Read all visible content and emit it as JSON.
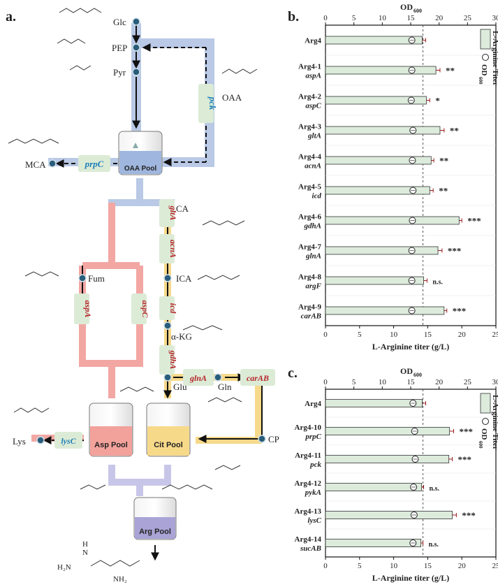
{
  "panels": {
    "a": "a.",
    "b": "b.",
    "c": "c."
  },
  "colors": {
    "blue_path": "#b9c9e6",
    "red_path": "#f2a7a3",
    "yellow_path": "#f6d98a",
    "gene_box": "#dcebd6",
    "gene_blue_text": "#1f7fb8",
    "gene_red_text": "#b5252b",
    "bar_fill": "#dcebdc",
    "node": "#2a5d7a"
  },
  "pathway": {
    "metabolites": {
      "glc": "Glc",
      "pep": "PEP",
      "pyr": "Pyr",
      "oaa": "OAA",
      "mca": "MCA",
      "ca": "CA",
      "ica": "ICA",
      "fum": "Fum",
      "akg": "α-KG",
      "glu": "Glu",
      "gln": "Gln",
      "cp": "CP",
      "lys": "Lys"
    },
    "genes": {
      "pck": "pck",
      "prpC": "prpC",
      "gltA": "gltA",
      "acnA": "acnA",
      "icd": "icd",
      "aspA": "aspA",
      "aspC": "aspC",
      "gdhA": "gdhA",
      "glnA": "glnA",
      "carAB": "carAB",
      "lysC": "lysC"
    },
    "pools": {
      "oaa": "OAA Pool",
      "asp": "Asp Pool",
      "cit": "Cit Pool",
      "arg": "Arg Pool"
    },
    "structure_labels": {
      "h2n": "H₂N",
      "nh2": "NH₂",
      "h": "H",
      "n": "N"
    }
  },
  "chart_data": [
    {
      "type": "bar",
      "panel": "b",
      "categories": [
        "Arg4",
        "Arg4-1",
        "Arg4-2",
        "Arg4-3",
        "Arg4-4",
        "Arg4-5",
        "Arg4-6",
        "Arg4-7",
        "Arg4-8",
        "Arg4-9"
      ],
      "sublabels": [
        "",
        "aspA",
        "aspC",
        "gltA",
        "acnA",
        "icd",
        "gdhA",
        "glnA",
        "argF",
        "carAB"
      ],
      "series": [
        {
          "name": "L-Arginine Titer",
          "values": [
            14.2,
            16.2,
            14.8,
            16.8,
            15.5,
            15.3,
            19.6,
            16.5,
            14.4,
            17.4
          ],
          "errors": [
            0.5,
            0.6,
            0.5,
            0.6,
            0.4,
            0.5,
            0.4,
            0.6,
            0.5,
            0.4
          ]
        },
        {
          "name": "OD600",
          "values": [
            15.2,
            15.2,
            15.1,
            15.4,
            15.3,
            15.4,
            15.3,
            15.2,
            15.2,
            15.2
          ]
        }
      ],
      "significance": [
        "",
        "**",
        "*",
        "**",
        "**",
        "**",
        "***",
        "***",
        "n.s.",
        "***"
      ],
      "reference_line": 14.3,
      "xlabel": "L-Arginine titer (g/L)",
      "xlim": [
        0,
        25
      ],
      "xticks": [
        0,
        5,
        10,
        15,
        20,
        25
      ],
      "top_axis_label": "OD",
      "top_axis_sub": "600",
      "top_xlim": [
        0,
        30
      ],
      "top_ticks": [
        0,
        5,
        10,
        15,
        20,
        25,
        30
      ],
      "legend": [
        "L-Arginine Titer",
        "OD600"
      ],
      "legend_sub": "600",
      "legend_od": "OD",
      "orientation": "horizontal"
    },
    {
      "type": "bar",
      "panel": "c",
      "categories": [
        "Arg4",
        "Arg4-10",
        "Arg4-11",
        "Arg4-12",
        "Arg4-13",
        "Arg4-14"
      ],
      "sublabels": [
        "",
        "prpC",
        "pck",
        "pykA",
        "lysC",
        "sucAB"
      ],
      "series": [
        {
          "name": "L-Arginine Titer",
          "values": [
            14.2,
            18.2,
            18.1,
            14.1,
            18.6,
            14.0
          ],
          "errors": [
            0.5,
            0.6,
            0.5,
            0.3,
            0.6,
            0.3
          ]
        },
        {
          "name": "OD600",
          "values": [
            15.4,
            15.7,
            15.8,
            15.5,
            15.6,
            15.4
          ]
        }
      ],
      "significance": [
        "",
        "***",
        "***",
        "n.s.",
        "***",
        "n.s."
      ],
      "reference_line": 14.3,
      "xlabel": "L-Arginine titer (g/L)",
      "xlim": [
        0,
        25
      ],
      "xticks": [
        0,
        5,
        10,
        15,
        20,
        25
      ],
      "top_axis_label": "OD",
      "top_axis_sub": "600",
      "top_xlim": [
        0,
        30
      ],
      "top_ticks": [
        0,
        5,
        10,
        15,
        20,
        25,
        30
      ],
      "legend": [
        "L-Arginine Titer",
        "OD600"
      ],
      "legend_sub": "600",
      "legend_od": "OD",
      "orientation": "horizontal"
    }
  ]
}
